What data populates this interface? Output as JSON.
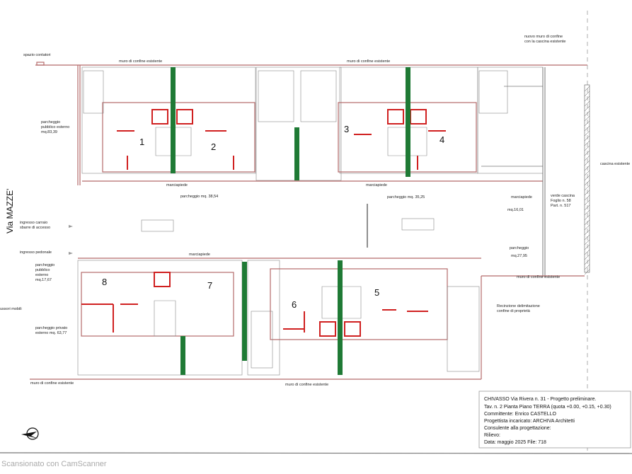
{
  "street": "Via MAZZE'",
  "labels": {
    "spazio_contatori": "spazio contatori",
    "muro_top_1": "muro di confine esistente",
    "muro_top_2": "muro di confine esistente",
    "nuovo_muro_1": "nuovo muro di confine",
    "nuovo_muro_2": "con la cascina esistente",
    "park_pub_top": [
      "parcheggio",
      "pubblico esterno",
      "mq.83,39"
    ],
    "ingresso_carraio": [
      "ingresso carraio",
      "sbarre di accesso"
    ],
    "ingresso_pedonale": "ingresso pedonale",
    "park_pub_bottom": [
      "parcheggio",
      "pubblico",
      "esterno",
      "mq.17,67"
    ],
    "cassoni": "ussori mobili",
    "park_priv": [
      "parcheggio privato",
      "esterno mq. 63,77"
    ],
    "marciapiede_1": "marciapiede",
    "marciapiede_2": "marciapiede",
    "marciapiede_3": "marciapiede",
    "parcheggio_1": "parcheggio mq. 38,54",
    "parcheggio_2": "parcheggio mq. 35,25",
    "marciapiede_right": [
      "marciapiede",
      "mq.16,01"
    ],
    "parcheggio_right": [
      "parcheggio",
      "mq.27,95"
    ],
    "verde_cascina": [
      "verde cascina",
      "Foglio n. 58",
      "Part. n. 517"
    ],
    "cascina": "cascina esistente",
    "muro_right": "muro di confine esistente",
    "recinzione": [
      "Recinzione delimitazione",
      "confine di proprietà"
    ],
    "muro_bottom_1": "muro di confine esistente",
    "muro_bottom_2": "muro di confine esistente"
  },
  "units": [
    "1",
    "2",
    "3",
    "4",
    "5",
    "6",
    "7",
    "8"
  ],
  "title_block": [
    "CHIVASSO Via Rivera n. 31 - Progetto preliminare.",
    "Tav. n. 2  Pianta Piano TERRA (quota +0.00, +0.15, +0.30)",
    "Committente: Enrico CASTELLO",
    "Progettista incaricato: ARCHIVA  Architetti",
    "Consulente alla progettazione:",
    "Rilievo:",
    "Data: maggio 2025   File: 718"
  ],
  "scanner": "Scansionato con CamScanner",
  "colors": {
    "walls": "#b56a6a",
    "new_walls": "#d02020",
    "hedges": "#1f7a35"
  }
}
